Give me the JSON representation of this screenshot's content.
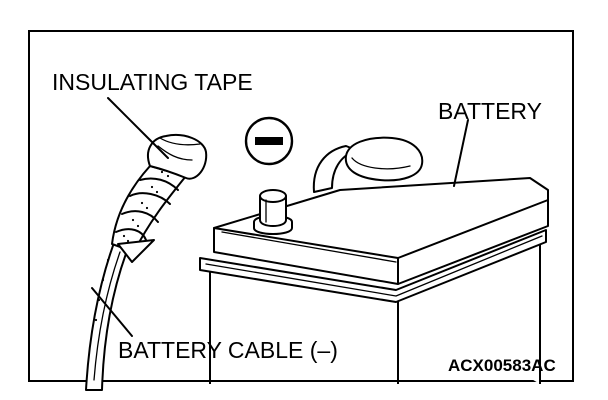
{
  "labels": {
    "insulating_tape": "INSULATING TAPE",
    "battery": "BATTERY",
    "battery_cable": "BATTERY CABLE (–)",
    "negative_symbol": "–",
    "figure_code": "ACX00583AC"
  },
  "colors": {
    "ink": "#000000",
    "paper": "#ffffff"
  },
  "icons": [
    "negative-terminal-symbol-icon"
  ]
}
